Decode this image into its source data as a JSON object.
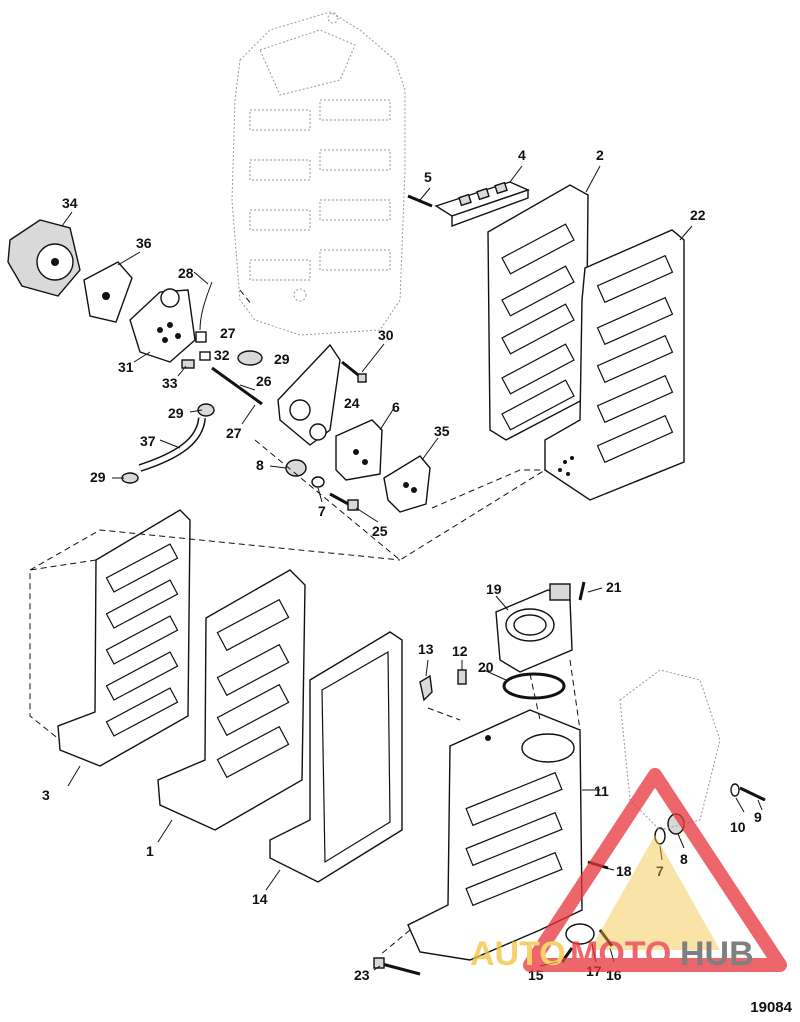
{
  "callouts": {
    "c1": "1",
    "c2": "2",
    "c3": "3",
    "c4": "4",
    "c5": "5",
    "c6": "6",
    "c7a": "7",
    "c7b": "7",
    "c8a": "8",
    "c8b": "8",
    "c9": "9",
    "c10": "10",
    "c11": "11",
    "c12": "12",
    "c13": "13",
    "c14": "14",
    "c15": "15",
    "c16": "16",
    "c17": "17",
    "c18": "18",
    "c19": "19",
    "c20": "20",
    "c21": "21",
    "c22": "22",
    "c23": "23",
    "c24": "24",
    "c25": "25",
    "c26": "26",
    "c27a": "27",
    "c27b": "27",
    "c28": "28",
    "c29a": "29",
    "c29b": "29",
    "c29c": "29",
    "c30": "30",
    "c31": "31",
    "c32": "32",
    "c33": "33",
    "c34": "34",
    "c35": "35",
    "c36": "36",
    "c37": "37"
  },
  "figure_number": "19084",
  "watermark": {
    "text_left": "AUTO",
    "text_middle": "MOTO",
    "text_right": "HUB",
    "color_red": "#e8343a",
    "color_yellow": "#f2c23a",
    "color_gray": "#555555"
  }
}
